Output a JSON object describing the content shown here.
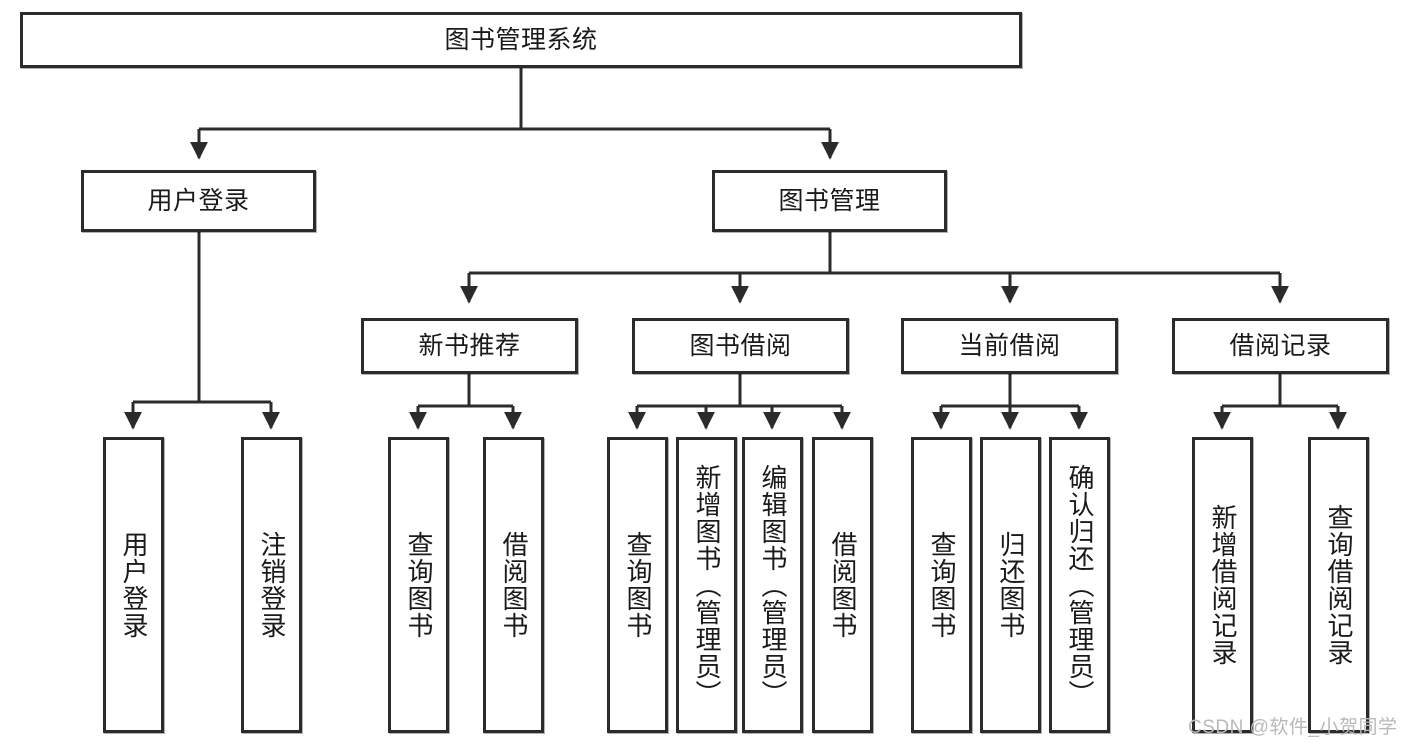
{
  "diagram": {
    "type": "org-chart",
    "title": "图书管理系统",
    "root": {
      "label": "图书管理系统"
    },
    "level1": [
      {
        "label": "用户登录"
      },
      {
        "label": "图书管理"
      }
    ],
    "level2": [
      {
        "label": "新书推荐"
      },
      {
        "label": "图书借阅"
      },
      {
        "label": "当前借阅"
      },
      {
        "label": "借阅记录"
      }
    ],
    "leaves": {
      "user_login": [
        {
          "label": "用户登录"
        },
        {
          "label": "注销登录"
        }
      ],
      "new_book_recommend": [
        {
          "label": "查询图书"
        },
        {
          "label": "借阅图书"
        }
      ],
      "book_borrow": [
        {
          "label": "查询图书"
        },
        {
          "label": "新增图书（管理员）"
        },
        {
          "label": "编辑图书（管理员）"
        },
        {
          "label": "借阅图书"
        }
      ],
      "current_borrow": [
        {
          "label": "查询图书"
        },
        {
          "label": "归还图书"
        },
        {
          "label": "确认归还（管理员）"
        }
      ],
      "borrow_record": [
        {
          "label": "新增借阅记录"
        },
        {
          "label": "查询借阅记录"
        }
      ]
    }
  },
  "watermark": {
    "text": "CSDN @软件_小贺同学"
  },
  "colors": {
    "border": "#2b2b2b",
    "background": "#ffffff",
    "text": "#1a1a1a",
    "watermark": "#b9b9b9"
  }
}
